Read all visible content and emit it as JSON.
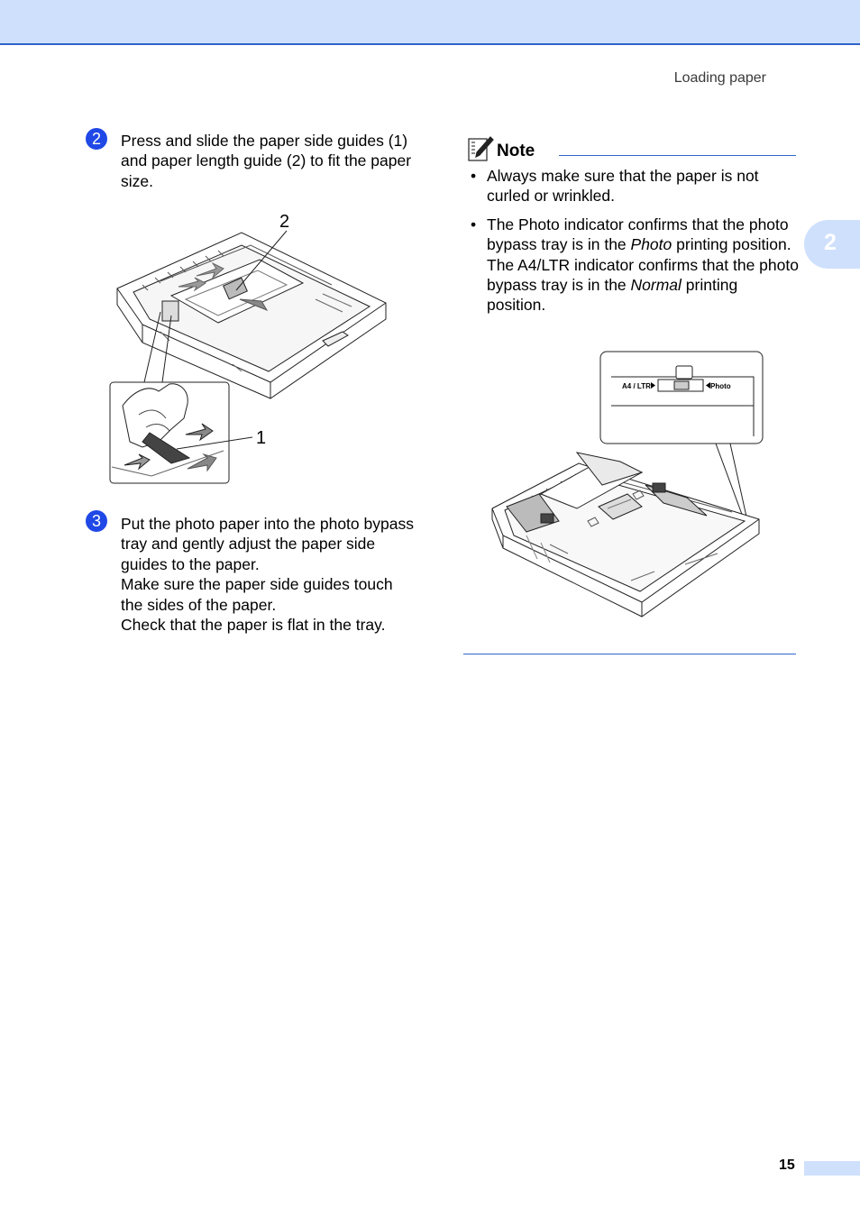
{
  "header": {
    "section_title": "Loading paper"
  },
  "chapter_tab": {
    "number": "2"
  },
  "steps": [
    {
      "badge": "2",
      "text": "Press and slide the paper side guides (1) and paper length guide (2) to fit the paper size."
    },
    {
      "badge": "3",
      "text_lines": [
        "Put the photo paper into the photo bypass tray and gently adjust the paper side guides to the paper.",
        "Make sure the paper side guides touch the sides of the paper.",
        "Check that the paper is flat in the tray."
      ]
    }
  ],
  "figure1": {
    "callout_top": "2",
    "callout_side": "1"
  },
  "note": {
    "title": "Note",
    "items": [
      {
        "text": "Always make sure that the paper is not curled or wrinkled."
      },
      {
        "pre": "The Photo indicator confirms that the photo bypass tray is in the ",
        "em1": "Photo",
        "mid": " printing position. The A4/LTR indicator confirms that the photo bypass tray is in the ",
        "em2": "Normal",
        "post": " printing position."
      }
    ]
  },
  "figure2": {
    "label_left": "A4 / LTR",
    "label_right": "Photo"
  },
  "footer": {
    "page_number": "15"
  },
  "colors": {
    "accent_blue": "#2f63c9",
    "band_blue": "#cfe0fd",
    "badge_blue": "#1f48e6"
  }
}
